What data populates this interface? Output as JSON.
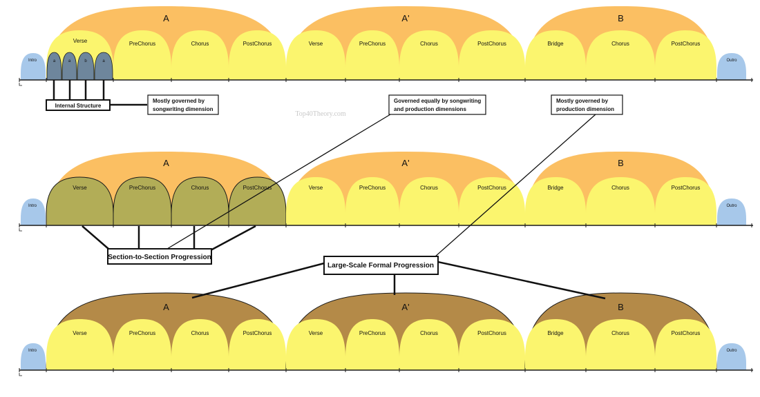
{
  "colors": {
    "outer_arch": "#fbbf62",
    "inner_arch": "#fbf56e",
    "intro_outro": "#a7c8ea",
    "internal_small": "#6e869c",
    "section_progression": "#b2ad57",
    "formal_progression": "#b48a48",
    "stroke": "#1a1a1a"
  },
  "rows": [
    {
      "intro": "Intro",
      "outro": "Outro",
      "groups": [
        {
          "label": "A",
          "sections": [
            "Verse",
            "PreChorus",
            "Chorus",
            "PostChorus"
          ]
        },
        {
          "label": "A'",
          "sections": [
            "Verse",
            "PreChorus",
            "Chorus",
            "PostChorus"
          ]
        },
        {
          "label": "B",
          "sections": [
            "Bridge",
            "Chorus",
            "PostChorus"
          ]
        }
      ],
      "internal_parts": [
        "a",
        "a",
        "b",
        "a"
      ]
    },
    {
      "intro": "Intro",
      "outro": "Outro",
      "groups": [
        {
          "label": "A",
          "sections": [
            "Verse",
            "PreChorus",
            "Chorus",
            "PostChorus"
          ]
        },
        {
          "label": "A'",
          "sections": [
            "Verse",
            "PreChorus",
            "Chorus",
            "PostChorus"
          ]
        },
        {
          "label": "B",
          "sections": [
            "Bridge",
            "Chorus",
            "PostChorus"
          ]
        }
      ]
    },
    {
      "intro": "Intro",
      "outro": "Outro",
      "groups": [
        {
          "label": "A",
          "sections": [
            "Verse",
            "PreChorus",
            "Chorus",
            "PostChorus"
          ]
        },
        {
          "label": "A'",
          "sections": [
            "Verse",
            "PreChorus",
            "Chorus",
            "PostChorus"
          ]
        },
        {
          "label": "B",
          "sections": [
            "Bridge",
            "Chorus",
            "PostChorus"
          ]
        }
      ]
    }
  ],
  "annotations": {
    "internal_structure": "Internal Structure",
    "songwriting_note": [
      "Mostly governed by",
      "songwriting dimension"
    ],
    "equal_note": [
      "Governed equally by songwriting",
      "and production dimensions"
    ],
    "production_note": [
      "Mostly governed by",
      "production dimension"
    ],
    "section_progression": "Section-to-Section Progression",
    "formal_progression": "Large-Scale Formal Progression"
  },
  "watermark": "Top40Theory.com"
}
